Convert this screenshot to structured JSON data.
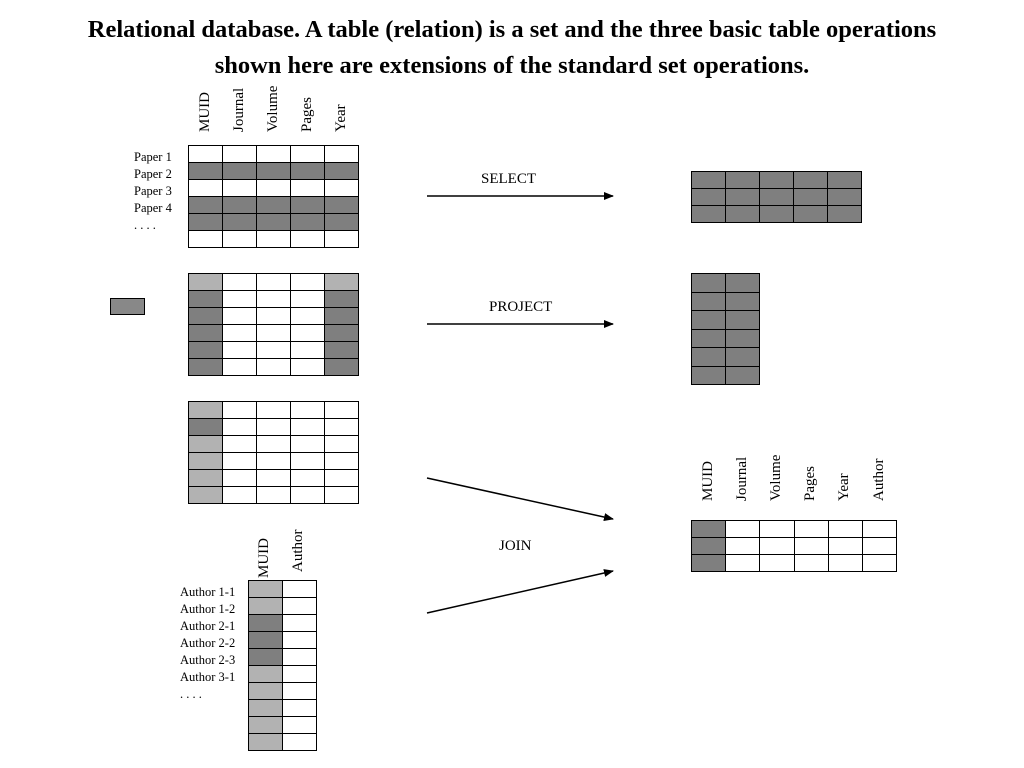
{
  "title": {
    "line1": "Relational database. A table (relation) is a set and the three basic table operations",
    "line2": "shown here are extensions of the standard set operations."
  },
  "papers_table": {
    "columns": [
      "MUID",
      "Journal",
      "Volume",
      "Pages",
      "Year"
    ],
    "rows": [
      "Paper 1",
      "Paper 2",
      "Paper 3",
      "Paper 4",
      ". . . ."
    ]
  },
  "authors_table": {
    "columns": [
      "MUID",
      "Author"
    ],
    "rows": [
      "Author 1-1",
      "Author 1-2",
      "Author 2-1",
      "Author 2-2",
      "Author 2-3",
      "Author 3-1",
      ". . . ."
    ]
  },
  "result_join_table": {
    "columns": [
      "MUID",
      "Journal",
      "Volume",
      "Pages",
      "Year",
      "Author"
    ]
  },
  "operations": {
    "select": "SELECT",
    "project": "PROJECT",
    "join": "JOIN"
  },
  "colors": {
    "dark": "#7f7f7f",
    "light": "#b2b2b2",
    "white": "#ffffff",
    "line": "#000000"
  }
}
